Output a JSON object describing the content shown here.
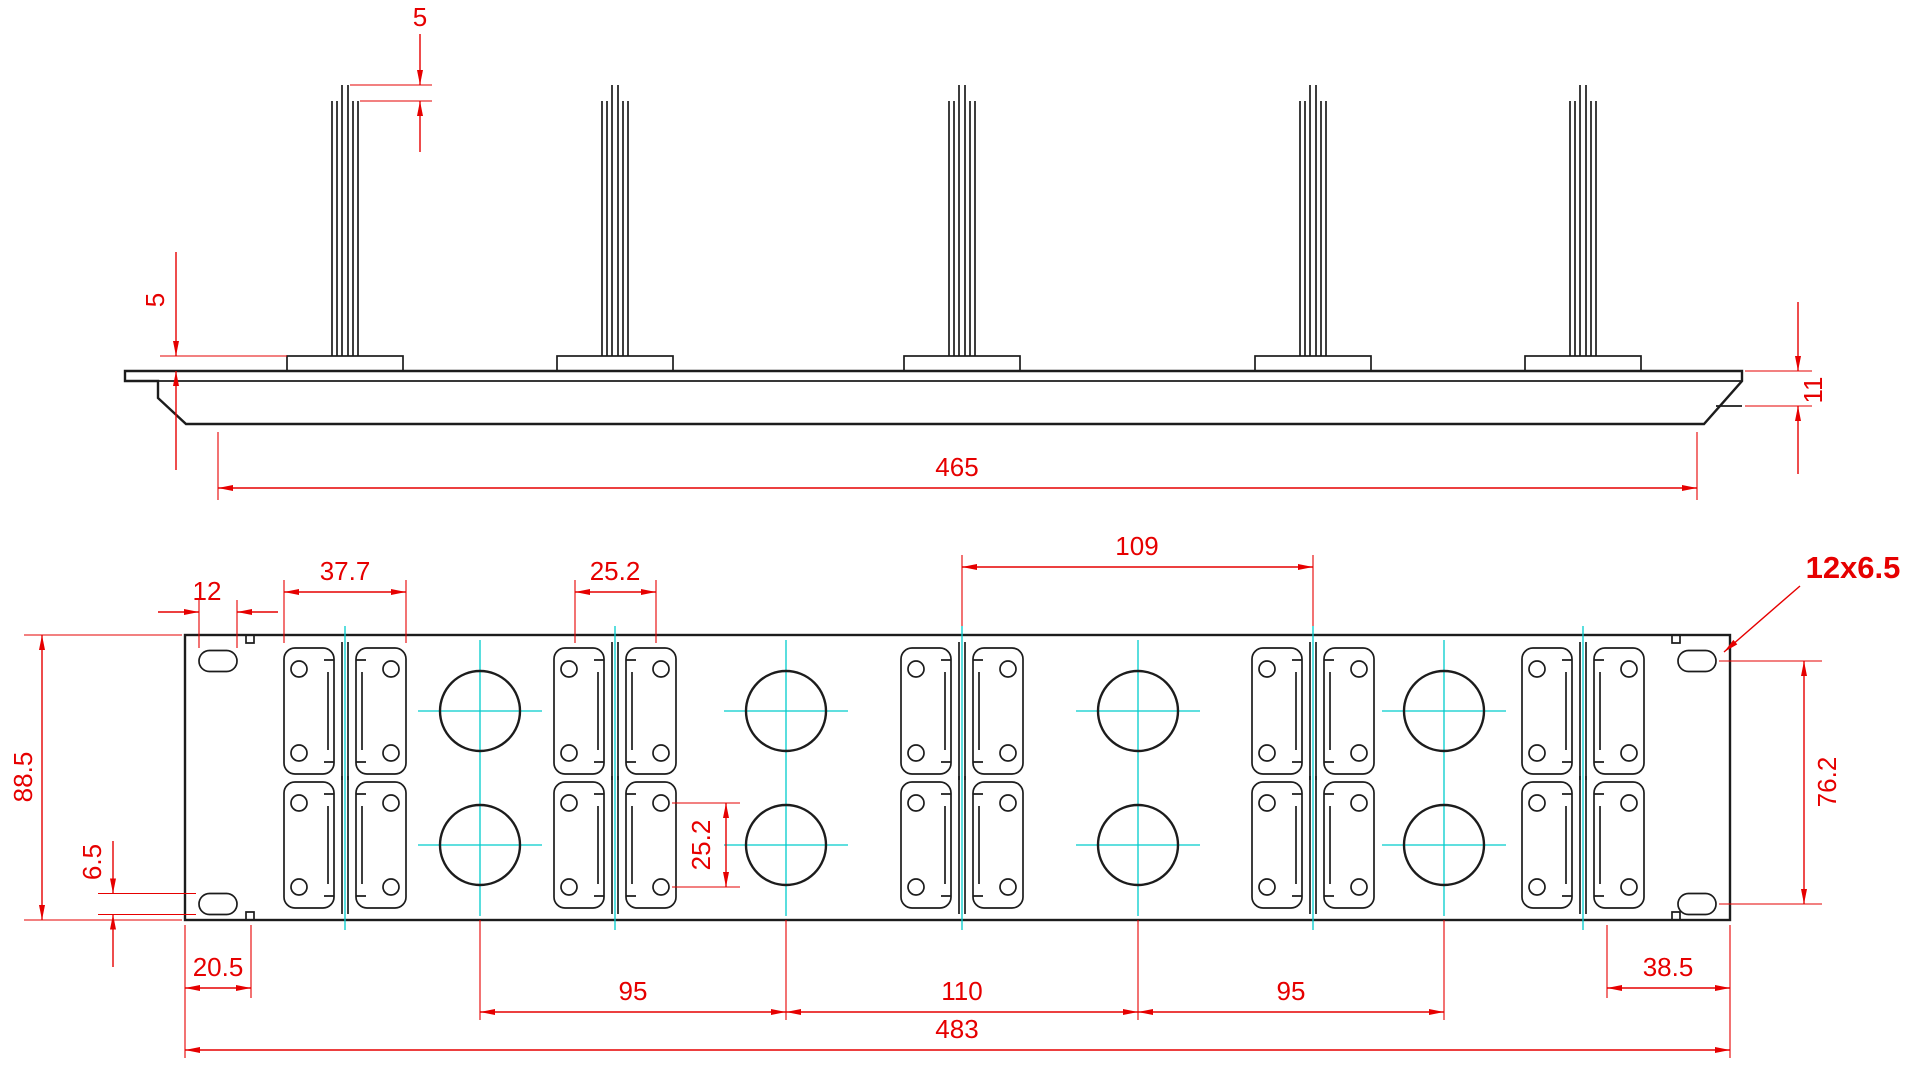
{
  "colors": {
    "geometry": "#1c1c1c",
    "dimension": "#e60000",
    "centerline": "#00cccc",
    "background": "#ffffff"
  },
  "top_view": {
    "dim_post_top_offset": "5",
    "dim_flange_height": "5",
    "dim_profile_height": "11",
    "dim_mount_span": "465"
  },
  "front_view": {
    "dim_slot_width": "12",
    "dim_keystone_group_width": "37.7",
    "dim_keystone_pitch": "25.2",
    "dim_center_group_span": "109",
    "dim_slot_callout": "12x6.5",
    "dim_panel_height": "88.5",
    "dim_slot_vertical_span": "76.2",
    "dim_slot_edge_offset": "6.5",
    "dim_keystone_pitch_vertical": "25.2",
    "dim_left_edge_offset": "20.5",
    "dim_hole_span_left": "95",
    "dim_hole_span_center": "110",
    "dim_hole_span_right": "95",
    "dim_right_edge_offset": "38.5",
    "dim_panel_width": "483"
  }
}
